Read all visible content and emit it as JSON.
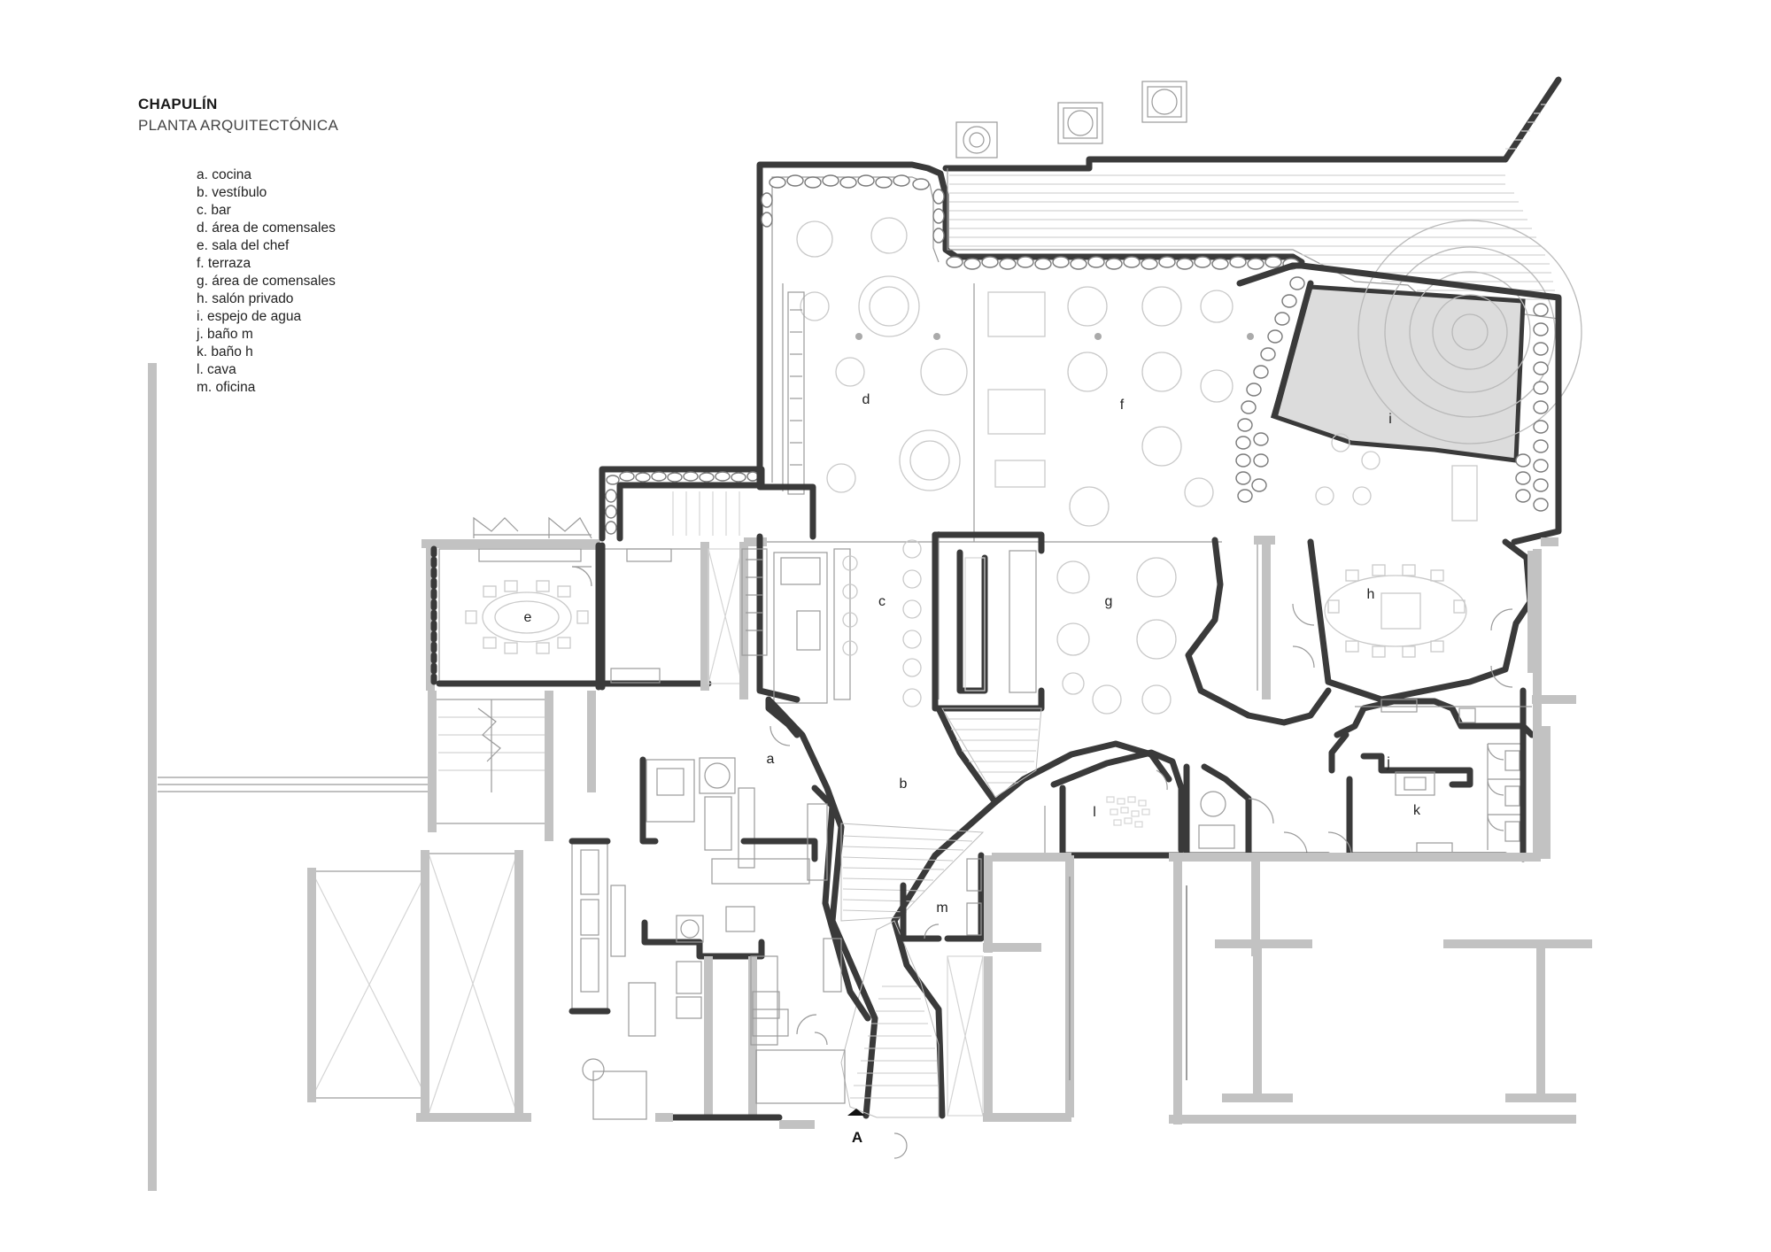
{
  "title": {
    "project": "CHAPULÍN",
    "drawing": "PLANTA ARQUITECTÓNICA"
  },
  "legend": [
    "a. cocina",
    "b. vestíbulo",
    "c. bar",
    "d. área de comensales",
    "e. sala del chef",
    "f.  terraza",
    "g. área de comensales",
    "h. salón privado",
    "i.  espejo de agua",
    "j.  baño m",
    "k. baño h",
    "l.  cava",
    "m. oficina"
  ],
  "room_labels": {
    "a": "a",
    "b": "b",
    "c": "c",
    "d": "d",
    "e": "e",
    "f": "f",
    "g": "g",
    "h": "h",
    "i": "i",
    "j": "j",
    "k": "k",
    "l": "l",
    "m": "m"
  },
  "entry_marker": "A",
  "colors": {
    "wall_dark": "#3a3a3a",
    "wall_grey": "#c2c2c2",
    "pebble_outline": "#7a7a7a",
    "background": "#ffffff"
  }
}
